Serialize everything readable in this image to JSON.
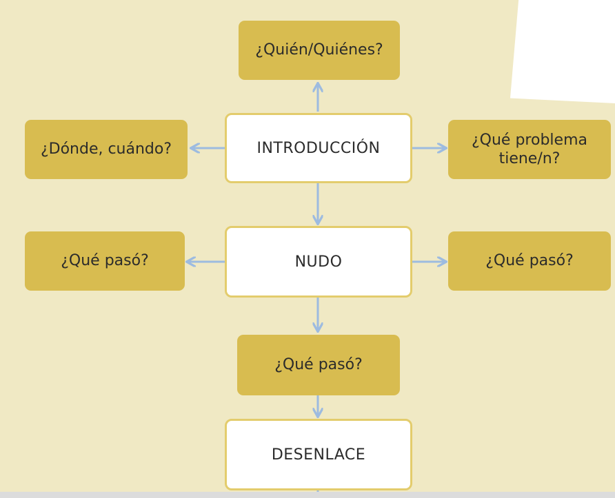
{
  "diagram": {
    "top_question": "¿Quién/Quiénes?",
    "intro": {
      "label": "INTRODUCCIÓN",
      "left_question": "¿Dónde, cuándo?",
      "right_question": "¿Qué problema tiene/n?"
    },
    "nudo": {
      "label": "NUDO",
      "left_question": "¿Qué pasó?",
      "right_question": "¿Qué pasó?"
    },
    "middle_question": "¿Qué pasó?",
    "desenlace": {
      "label": "DESENLACE"
    }
  },
  "colors": {
    "background": "#f0e9c4",
    "question_box": "#d8bc50",
    "main_box": "#ffffff",
    "arrow": "#9dbbe0"
  }
}
